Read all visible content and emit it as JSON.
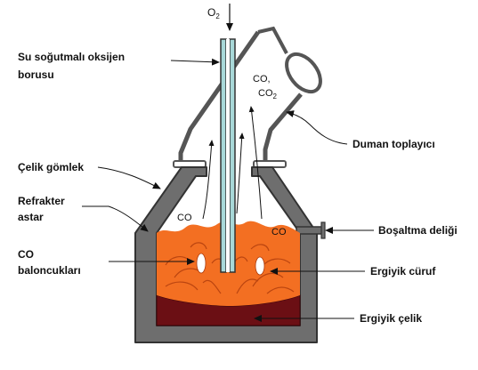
{
  "diagram": {
    "gas_inlet": {
      "main": "O",
      "sub": "2"
    },
    "inner_labels": {
      "co_gas_main": "CO,",
      "co2_main": "CO",
      "co2_sub": "2",
      "co_left": "CO",
      "co_right": "CO"
    },
    "labels": {
      "lance_line1": "Su soğutmalı oksijen",
      "lance_line2": "borusu",
      "steel_shell": "Çelik gömlek",
      "refractory_line1": "Refrakter",
      "refractory_line2": "astar",
      "co_bubbles_line1": "CO",
      "co_bubbles_line2": "baloncukları",
      "fume_collector": "Duman toplayıcı",
      "tap_hole": "Boşaltma deliği",
      "molten_slag": "Ergiyik cüruf",
      "molten_steel": "Ergiyik çelik"
    },
    "colors": {
      "refractory": "#6e6e6e",
      "slag": "#f36f22",
      "steel": "#6b0f14",
      "lance": "#a8d8d8"
    }
  }
}
